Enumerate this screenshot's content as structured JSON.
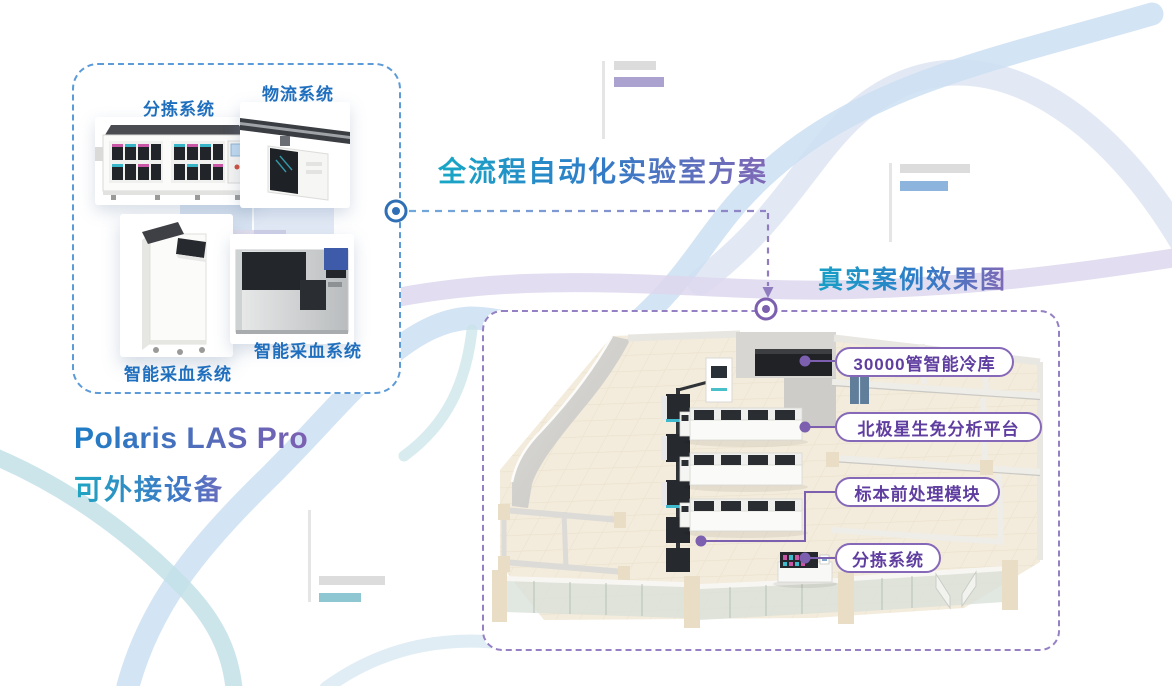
{
  "titles": {
    "main": "全流程自动化实验室方案",
    "case": "真实案例效果图"
  },
  "brand": {
    "line1": "Polaris LAS Pro",
    "line2": "可外接设备"
  },
  "equipment_panel": {
    "items": [
      {
        "label": "分拣系统"
      },
      {
        "label": "物流系统"
      },
      {
        "label": "智能采血系统"
      },
      {
        "label": "智能采血系统"
      }
    ]
  },
  "case_panel": {
    "callouts": [
      {
        "label": "30000管智能冷库"
      },
      {
        "label": "北极星生免分析平台"
      },
      {
        "label": "标本前处理模块"
      },
      {
        "label": "分拣系统"
      }
    ]
  },
  "colors": {
    "accent_blue": "#2e6fb6",
    "accent_purple": "#7c5fae",
    "label_blue": "#1f6fbe",
    "panel_border_blue": "#5c9bd8",
    "panel_border_purple": "#9580c4",
    "bar_purple": "#aca2d0",
    "bar_blue": "#8cb4dc",
    "bar_teal": "#8ec7d2"
  }
}
